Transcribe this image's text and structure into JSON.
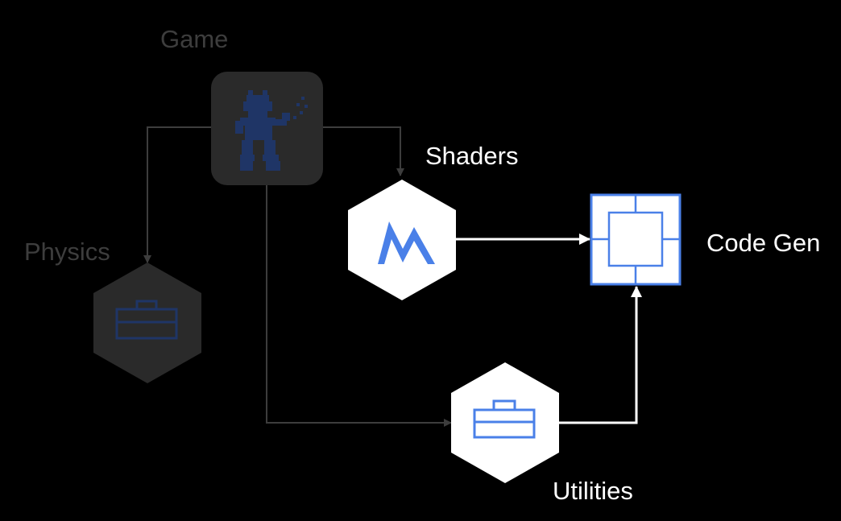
{
  "diagram": {
    "nodes": {
      "game": {
        "label": "Game",
        "icon": "pixel-game-character-icon",
        "state": "dimmed"
      },
      "shaders": {
        "label": "Shaders",
        "icon": "metal-logo-icon",
        "state": "active"
      },
      "physics": {
        "label": "Physics",
        "icon": "toolbox-icon",
        "state": "dimmed"
      },
      "code_gen": {
        "label": "Code Gen",
        "icon": "module-grid-icon",
        "state": "active"
      },
      "utilities": {
        "label": "Utilities",
        "icon": "toolbox-icon",
        "state": "active"
      }
    },
    "edges": [
      {
        "from": "game",
        "to": "physics",
        "state": "dimmed"
      },
      {
        "from": "game",
        "to": "shaders",
        "state": "dimmed"
      },
      {
        "from": "game",
        "to": "utilities",
        "state": "dimmed"
      },
      {
        "from": "shaders",
        "to": "code_gen",
        "state": "active"
      },
      {
        "from": "utilities",
        "to": "code_gen",
        "state": "active"
      }
    ],
    "colors": {
      "background": "#000000",
      "dimmed": "#3d3d3d",
      "dim_fill": "#2a2a2a",
      "active": "#ffffff",
      "accent_blue": "#4a80e8",
      "dim_blue": "#1f3566"
    }
  }
}
